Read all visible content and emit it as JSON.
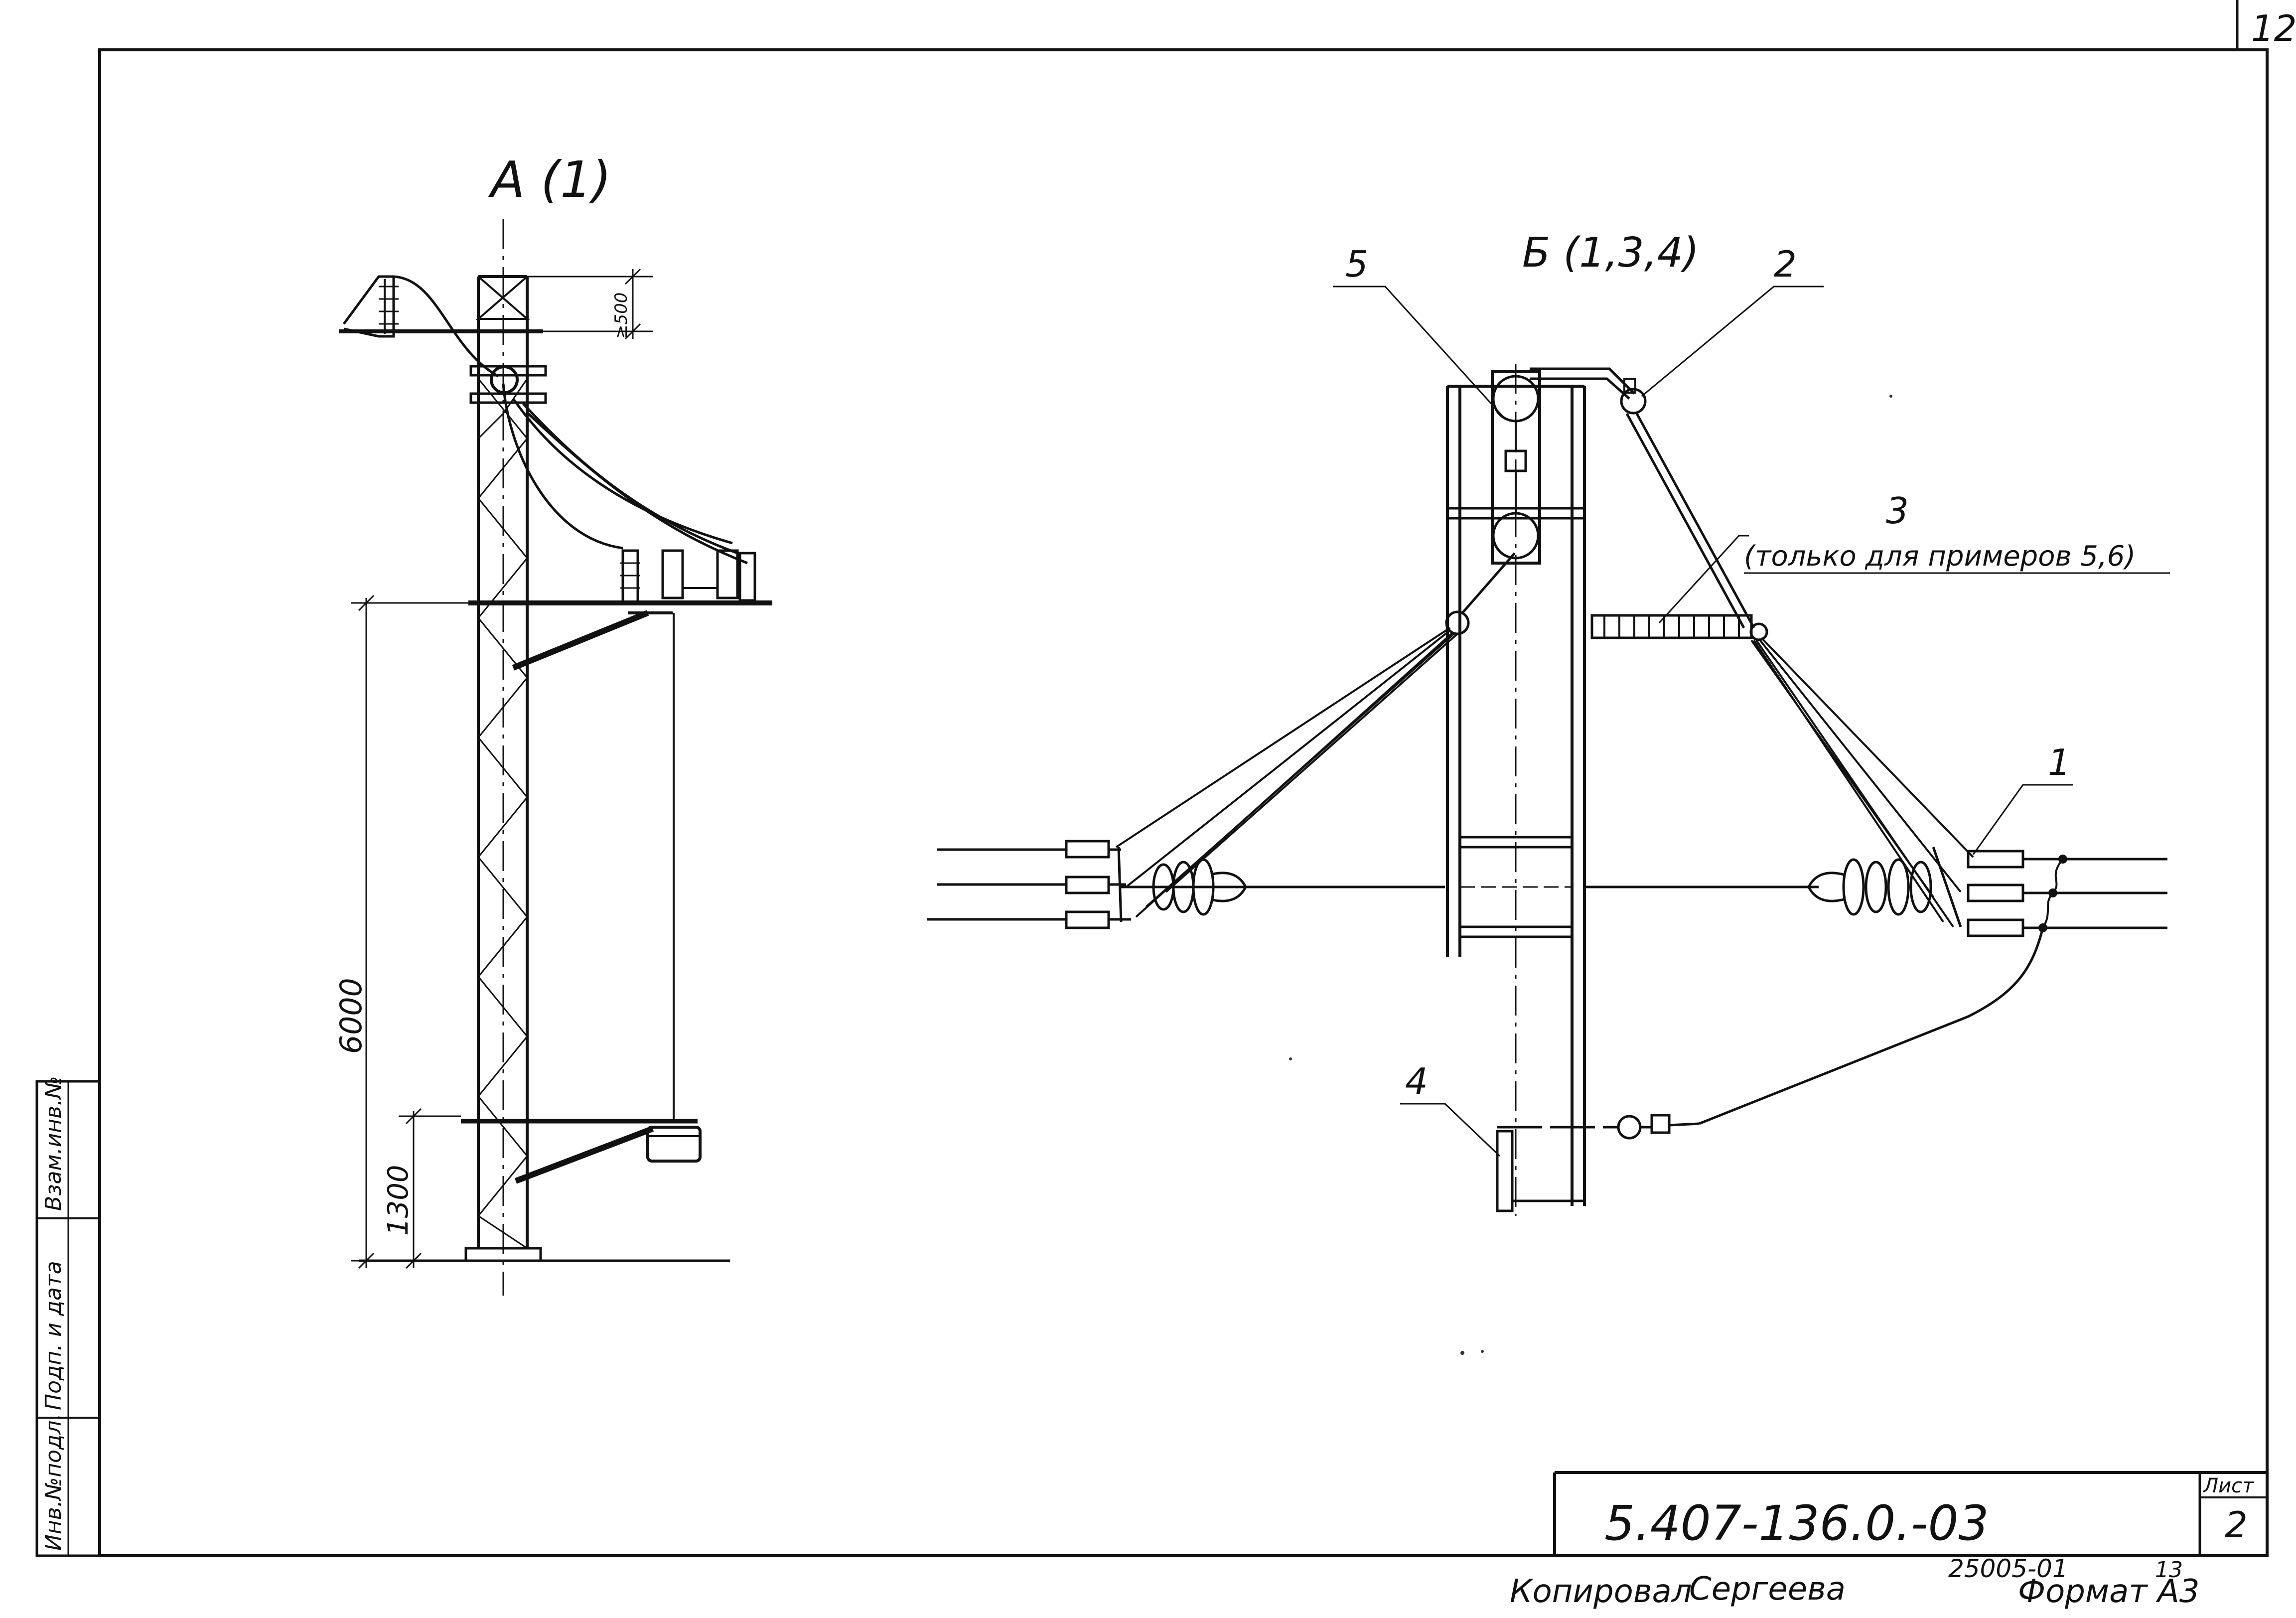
{
  "sheet_corner_number": "12",
  "views": {
    "a": {
      "title": "А (1)",
      "dim_top": "≥500",
      "dim_height": "6000",
      "dim_low": "1300"
    },
    "b": {
      "title": "Б (1,3,4)",
      "callouts": {
        "c1": "1",
        "c2": "2",
        "c3": "3",
        "c3_note": "(только для примеров 5,6)",
        "c4": "4",
        "c5": "5"
      }
    }
  },
  "side_stamp": {
    "field1": "Взам.инв.№",
    "field2": "Подп. и дата",
    "field3": "Инв.№подл."
  },
  "title_block": {
    "doc_code": "5.407-136.0.-03",
    "sheet_label": "Лист",
    "sheet_number": "2"
  },
  "footer": {
    "copied_by": "Копировал",
    "copier_name": "Сергеева",
    "order_number": "25005-01",
    "order_sub": "13",
    "format": "Формат А3"
  }
}
